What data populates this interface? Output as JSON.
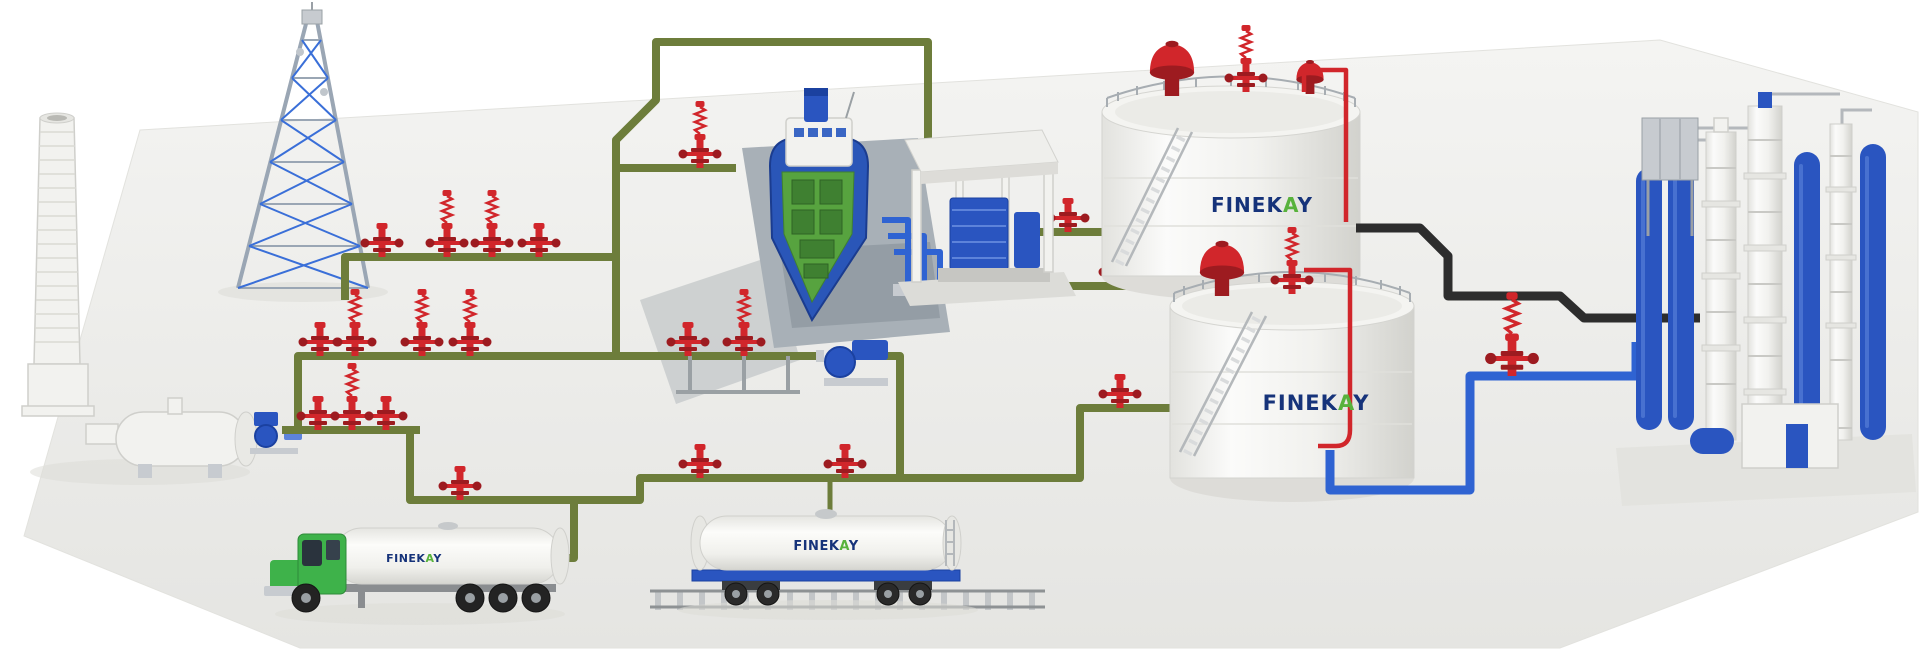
{
  "brand": {
    "name": "FINEKAY",
    "logo_part1": "FINEK",
    "logo_part2": "A",
    "logo_part3": "Y"
  },
  "colors": {
    "pipe_green": "#6d7d3b",
    "valve_red": "#d1262b",
    "valve_red_dark": "#9d1b20",
    "equipment_blue": "#2a55c0",
    "equipment_blue_dark": "#1b41a0",
    "pipe_black": "#2d2d2d",
    "pipe_blue": "#2f63d2",
    "tank_white": "#f4f4f1",
    "steel_gray": "#c7cbd0",
    "truck_green": "#3eb24a",
    "deck_green": "#57a33f",
    "water_gray": "#a8b0b7",
    "logo_navy": "#16337a",
    "logo_green": "#58b23c",
    "ground": "#ebebe8"
  },
  "equipment": [
    "flare stack",
    "horizontal scrubber vessel",
    "lattice communication tower",
    "wellhead christmas-tree valves",
    "green process piping",
    "cargo ship at jetty",
    "marine loading arms",
    "pump house",
    "centrifugal pump",
    "valve skid",
    "storage tank A",
    "storage tank B",
    "pressure relief valves",
    "black transfer pipe",
    "blue transfer pipe",
    "distillation column train",
    "tanker truck",
    "rail tank car",
    "railway track"
  ]
}
